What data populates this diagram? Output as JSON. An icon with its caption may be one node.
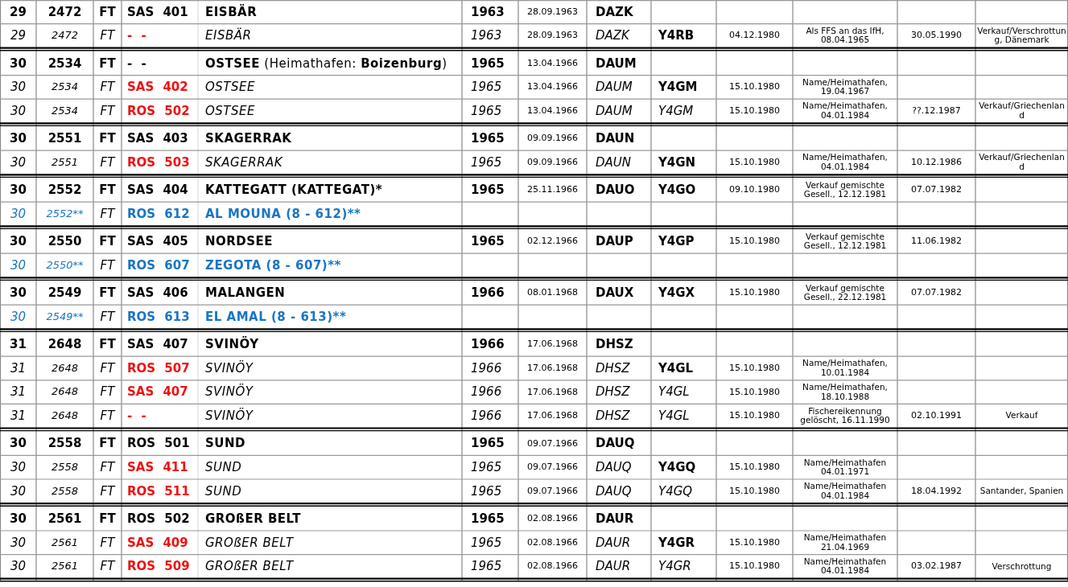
{
  "diagram": {
    "labels": [
      "29",
      "2472",
      "FT",
      "SAS 401",
      "EISBÄR",
      "1963",
      "28.09.1963",
      "DAZK",
      "29",
      "2472",
      "FT",
      "- -",
      "EISBÄR",
      "1963",
      "28.09.1963",
      "DAZK",
      "Y4RB",
      "04.12.1980",
      "Als FFS an das IfH, 08.04.1965",
      "30.05.1990",
      "Verkauf/Verschrottung, Dänemark",
      "30",
      "2534",
      "FT",
      "- -",
      "**OSTSEE** (Heimathafen: **Boizenburg**)",
      "1965",
      "13.04.1966",
      "DAUM",
      "30",
      "2534",
      "FT",
      "SAS 402",
      "OSTSEE",
      "1965",
      "13.04.1966",
      "DAUM",
      "Y4GM",
      "15.10.1980",
      "Name/Heimathafen, 19.04.1967",
      "30",
      "2534",
      "FT",
      "ROS 502",
      "OSTSEE",
      "1965",
      "13.04.1966",
      "DAUM",
      "Y4GM",
      "15.10.1980",
      "Name/Heimathafen, 04.01.1984",
      "??.12.1987",
      "Verkauf/Griechenland",
      "30",
      "2551",
      "FT",
      "SAS 403",
      "SKAGERRAK",
      "1965",
      "09.09.1966",
      "DAUN",
      "30",
      "2551",
      "FT",
      "ROS 503",
      "SKAGERRAK",
      "1965",
      "09.09.1966",
      "DAUN",
      "Y4GN",
      "15.10.1980",
      "Name/Heimathafen, 04.01.1984",
      "10.12.1986",
      "Verkauf/Griechenland",
      "30",
      "2552",
      "FT",
      "SAS 404",
      "KATTEGATT (KATTEGAT)*",
      "1965",
      "25.11.1966",
      "DAUO",
      "Y4GO",
      "09.10.1980",
      "Verkauf gemischte Gesell., 12.12.1981",
      "07.07.1982",
      "30",
      "2552**",
      "FT",
      "ROS 612",
      "AL MOUNA (8 - 612)**",
      "30",
      "2550",
      "FT",
      "SAS 405",
      "NORDSEE",
      "1965",
      "02.12.1966",
      "DAUP",
      "Y4GP",
      "15.10.1980",
      "Verkauf gemischte Gesell., 12.12.1981",
      "11.06.1982",
      "30",
      "2550**",
      "FT",
      "ROS 607",
      "ZEGOTA (8 - 607)**",
      "30",
      "2549",
      "FT",
      "SAS 406",
      "MALANGEN",
      "1966",
      "08.01.1968",
      "DAUX",
      "Y4GX",
      "15.10.1980",
      "Verkauf gemischte Gesell., 22.12.1981",
      "07.07.1982",
      "30",
      "2549**",
      "FT",
      "ROS 613",
      "EL AMAL (8 - 613)**",
      "31",
      "2648",
      "FT",
      "SAS 407",
      "SVINÖY",
      "1966",
      "17.06.1968",
      "DHSZ",
      "31",
      "2648",
      "FT",
      "ROS 507",
      "SVINÖY",
      "1966",
      "17.06.1968",
      "DHSZ",
      "Y4GL",
      "15.10.1980",
      "Name/Heimathafen, 10.01.1984",
      "31",
      "2648",
      "FT",
      "SAS 407",
      "SVINÖY",
      "1966",
      "17.06.1968",
      "DHSZ",
      "Y4GL",
      "15.10.1980",
      "Name/Heimathafen, 18.10.1988",
      "31",
      "2648",
      "FT",
      "- -",
      "SVINÖY",
      "1966",
      "17.06.1968",
      "DHSZ",
      "Y4GL",
      "15.10.1980",
      "Fischereikennung gelöscht, 16.11.1990",
      "02.10.1991",
      "Verkauf",
      "30",
      "2558",
      "FT",
      "ROS 501",
      "SUND",
      "1965",
      "09.07.1966",
      "DAUQ",
      "30",
      "2558",
      "FT",
      "SAS 411",
      "SUND",
      "1965",
      "09.07.1966",
      "DAUQ",
      "Y4GQ",
      "15.10.1980",
      "Name/Heimathafen 04.01.1971",
      "30",
      "2558",
      "FT",
      "ROS 511",
      "SUND",
      "1965",
      "09.07.1966",
      "DAUQ",
      "Y4GQ",
      "15.10.1980",
      "Name/Heimathafen 04.01.1984",
      "18.04.1992",
      "Santander, Spanien",
      "30",
      "2561",
      "FT",
      "ROS 502",
      "GROßER BELT",
      "1965",
      "02.08.1966",
      "DAUR",
      "30",
      "2561",
      "FT",
      "SAS 409",
      "GROßER BELT",
      "1965",
      "02.08.1966",
      "DAUR",
      "Y4GR",
      "15.10.1980",
      "Name/Heimathafen 21.04.1969",
      "30",
      "2561",
      "FT",
      "ROS 509",
      "GROßER BELT",
      "1965",
      "02.08.1966",
      "DAUR",
      "Y4GR",
      "15.10.1980",
      "Name/Heimathafen 04.01.1984",
      "03.02.1987",
      "Verschrottung"
    ]
  }
}
